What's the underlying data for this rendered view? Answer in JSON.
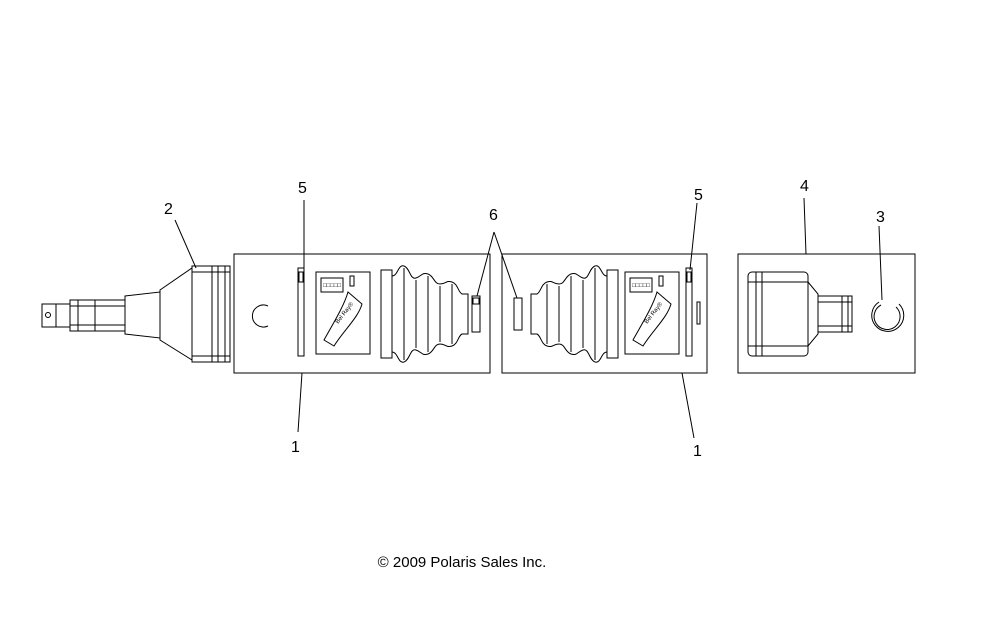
{
  "diagram": {
    "callouts": {
      "c1_left": "1",
      "c1_right": "1",
      "c2": "2",
      "c3": "3",
      "c4": "4",
      "c5_left": "5",
      "c5_right": "5",
      "c6": "6"
    },
    "copyright": "© 2009 Polaris Sales Inc."
  }
}
